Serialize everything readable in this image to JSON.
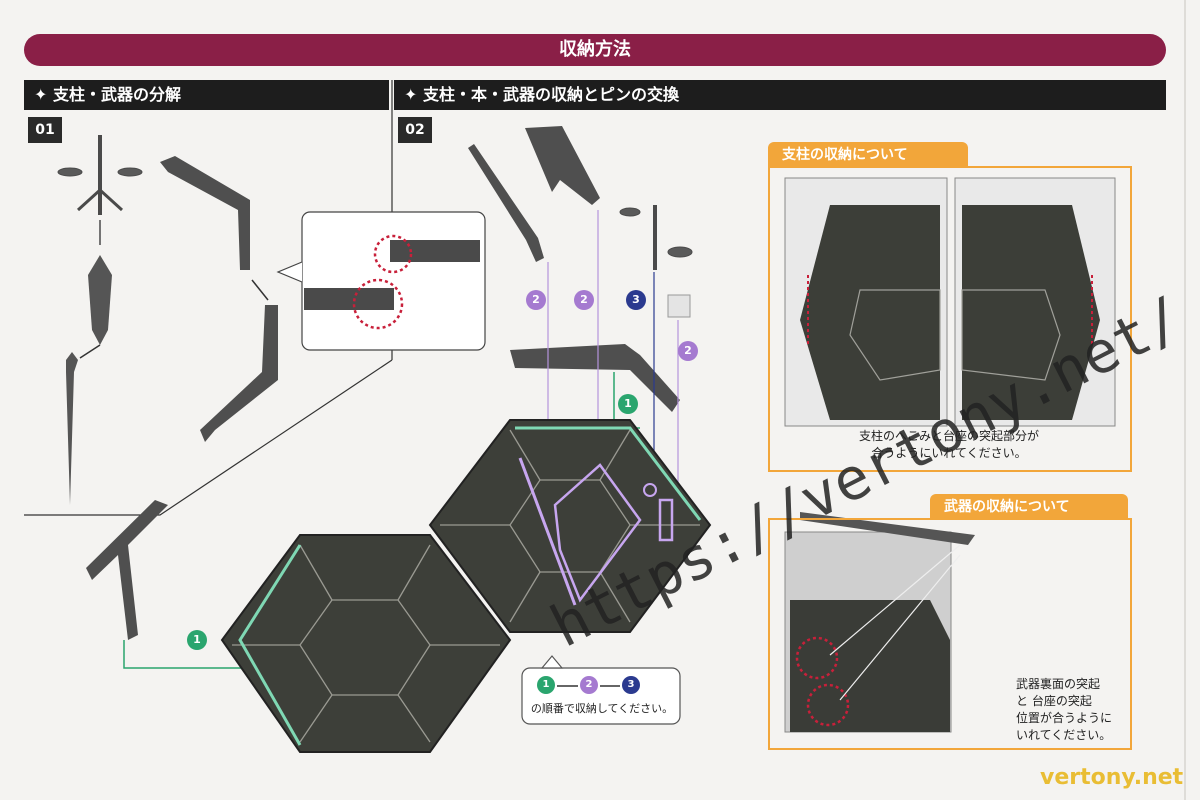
{
  "header": {
    "title": "収納方法"
  },
  "sections": [
    {
      "title": "支柱・武器の分解",
      "step": "01"
    },
    {
      "title": "支柱・本・武器の収納とピンの交換",
      "step": "02"
    }
  ],
  "badges": {
    "b1": "1",
    "b2": "2",
    "b3": "3"
  },
  "order_note": {
    "line1": "の順番で収納してください。"
  },
  "panels": {
    "pillar": {
      "title": "支柱の収納について",
      "caption1": "支柱のへこみと台座の突起部分が",
      "caption2": "合うようにいれてください。"
    },
    "weapon": {
      "title": "武器の収納について",
      "cap1": "武器裏面の突起",
      "cap2": "と 台座の突起",
      "cap3": "位置が合うように",
      "cap4": "いれてください。"
    }
  },
  "watermarks": {
    "main": "https://vertony.net/",
    "corner": "vertony.net"
  },
  "colors": {
    "accent": "#8a1f47",
    "orange": "#f2a63a",
    "green": "#2aa56e",
    "purple": "#a57ad0",
    "navy": "#2b3a8f"
  }
}
